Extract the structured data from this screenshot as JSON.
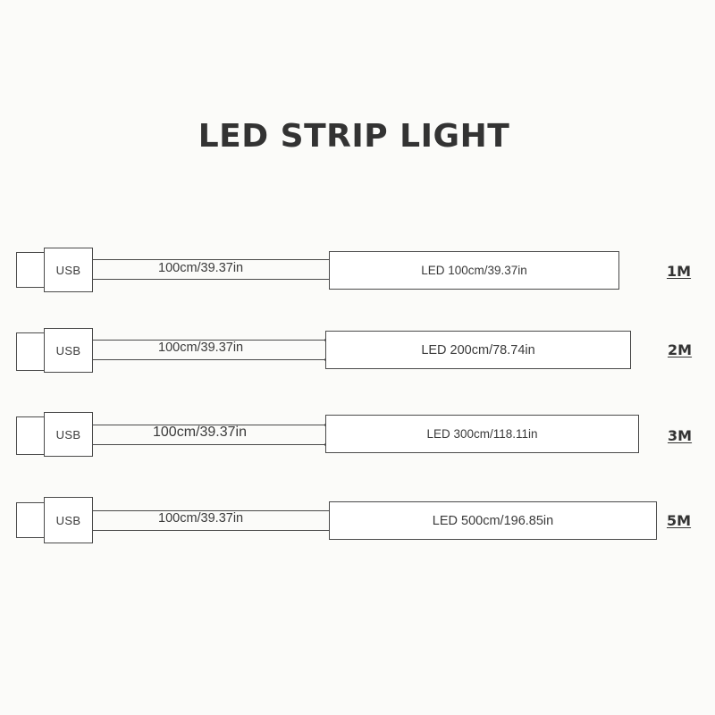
{
  "title": "LED STRIP LIGHT",
  "rows": [
    {
      "usb_label": "USB",
      "cable_label": "100cm/39.37in",
      "strip_label": "LED 100cm/39.37in",
      "size_label": "1M"
    },
    {
      "usb_label": "USB",
      "cable_label": "100cm/39.37in",
      "strip_label": "LED 200cm/78.74in",
      "size_label": "2M"
    },
    {
      "usb_label": "USB",
      "cable_label": "100cm/39.37in",
      "strip_label": "LED 300cm/118.11in",
      "size_label": "3M"
    },
    {
      "usb_label": "USB",
      "cable_label": "100cm/39.37in",
      "strip_label": "LED 500cm/196.85in",
      "size_label": "5M"
    }
  ],
  "colors": {
    "stroke": "#4a4a4a",
    "text": "#3a3a3a",
    "background": "#fbfbf9"
  }
}
